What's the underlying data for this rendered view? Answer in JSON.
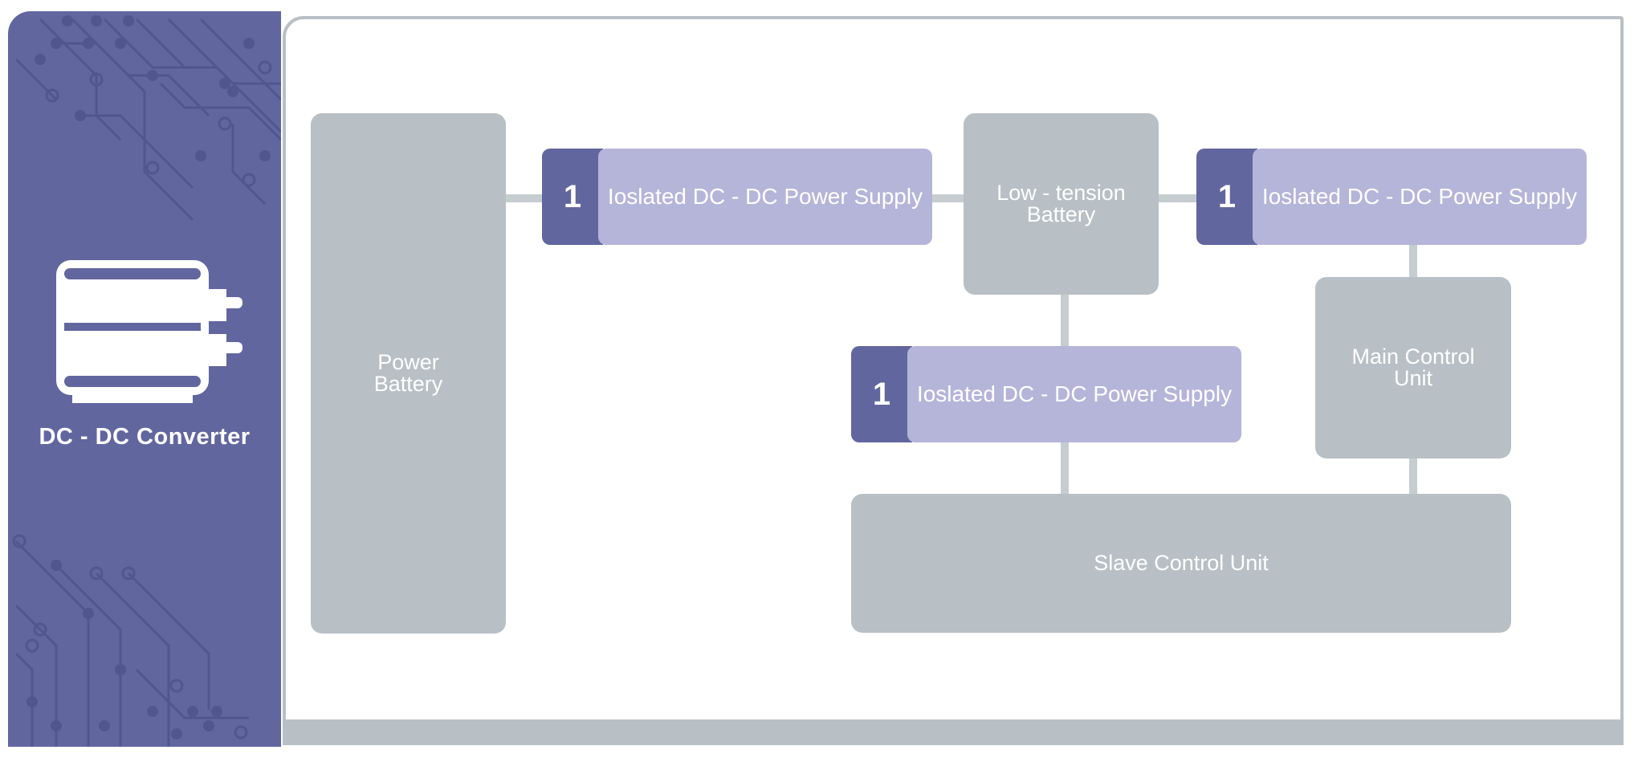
{
  "sidebar": {
    "title": "DC - DC Converter",
    "icon": "dc-dc-converter-icon",
    "color": "#62669f"
  },
  "diagram": {
    "power_battery": "Power\nBattery",
    "low_tension_battery": "Low - tension\nBattery",
    "main_control_unit": "Main Control\nUnit",
    "slave_control_unit": "Slave Control Unit",
    "supplies": [
      {
        "number": "1",
        "label": "Ioslated DC - DC Power Supply"
      },
      {
        "number": "1",
        "label": "Ioslated DC - DC Power Supply"
      },
      {
        "number": "1",
        "label": "Ioslated DC - DC Power Supply"
      }
    ]
  },
  "colors": {
    "accent": "#62669f",
    "supply_label": "#b5b4d9",
    "block": "#b8c0c5",
    "connector": "#c6cdd1"
  }
}
